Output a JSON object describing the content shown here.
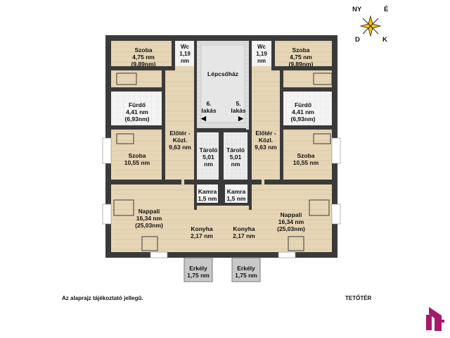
{
  "rooms": {
    "szoba_tl": {
      "name": "Szoba",
      "area": "4,75 nm",
      "area2": "(9,89nm)"
    },
    "szoba_tr": {
      "name": "Szoba",
      "area": "4,75 nm",
      "area2": "(9,89nm)"
    },
    "wc_l": {
      "name": "Wc",
      "area": "1,19",
      "unit": "nm"
    },
    "wc_r": {
      "name": "Wc",
      "area": "1,19",
      "unit": "nm"
    },
    "lepcsohaz": {
      "name": "Lépcsőház"
    },
    "furdo_l": {
      "name": "Fürdő",
      "area": "4,41 nm",
      "area2": "(6,93nm)"
    },
    "furdo_r": {
      "name": "Fürdő",
      "area": "4,41 nm",
      "area2": "(6,93nm)"
    },
    "lakas6": {
      "line1": "6.",
      "line2": "lakás"
    },
    "lakas5": {
      "line1": "5.",
      "line2": "lakás"
    },
    "eloter_l": {
      "line1": "Előtér -",
      "line2": "Közl.",
      "area": "9,63 nm"
    },
    "eloter_r": {
      "line1": "Előtér -",
      "line2": "Közl.",
      "area": "9,63 nm"
    },
    "taroло_l": {
      "name": "Tároló",
      "area": "5,01",
      "unit": "nm"
    },
    "tarolo_l": {
      "name": "Tároló",
      "area": "5,01",
      "unit": "nm"
    },
    "tarolo_r": {
      "name": "Tároló",
      "area": "5,01",
      "unit": "nm"
    },
    "szoba_ml": {
      "name": "Szoba",
      "area": "10,55 nm"
    },
    "szoba_mr": {
      "name": "Szoba",
      "area": "10,55 nm"
    },
    "kamra_l": {
      "name": "Kamra",
      "area": "1,5 nm"
    },
    "kamra_r": {
      "name": "Kamra",
      "area": "1,5 nm"
    },
    "nappali_l": {
      "name": "Nappali",
      "area": "16,34 nm",
      "area2": "(25,03nm)"
    },
    "nappali_r": {
      "name": "Nappali",
      "area": "16,34 nm",
      "area2": "(25,03nm)"
    },
    "konyha_l": {
      "name": "Konyha",
      "area": "2,17 nm"
    },
    "konyha_r": {
      "name": "Konyha",
      "area": "2,17 nm"
    },
    "erkely_l": {
      "name": "Erkély",
      "area": "1,75 nm"
    },
    "erkely_r": {
      "name": "Erkély",
      "area": "1,75 nm"
    }
  },
  "compass": {
    "n": "NY",
    "e": "É",
    "s": "D",
    "w": "K"
  },
  "footer": {
    "note": "Az alaprajz tájékoztató jellegű.",
    "floor": "TETŐTÉR"
  },
  "colors": {
    "wall": "#3a3a3a",
    "wood": "#e6d6b6",
    "tile": "#f3f3f3",
    "stair": "#d8d8d8",
    "balcony": "#c8c8c8",
    "logo": "#a8186a"
  }
}
